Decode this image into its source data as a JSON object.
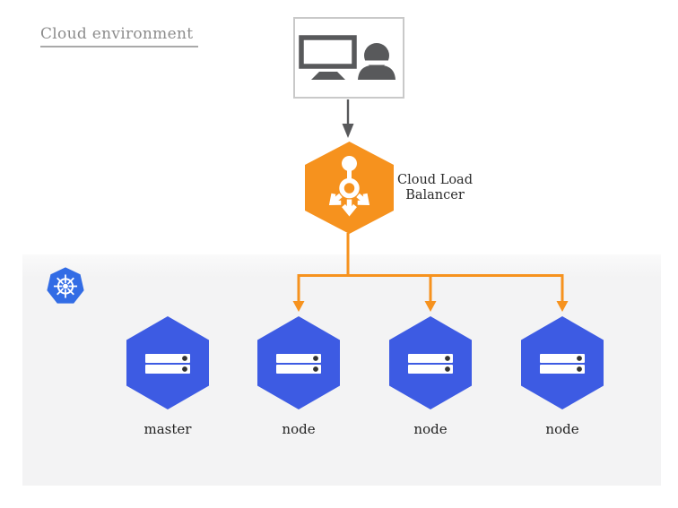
{
  "title": "Cloud environment",
  "client": {
    "icon": "workstation-user-icon"
  },
  "load_balancer": {
    "label": "Cloud Load Balancer",
    "icon": "load-balancer-hexagon-icon"
  },
  "cluster": {
    "logo": "kubernetes-logo",
    "nodes": [
      {
        "id": "master",
        "label": "master",
        "icon": "server-icon"
      },
      {
        "id": "node-1",
        "label": "node",
        "icon": "server-icon"
      },
      {
        "id": "node-2",
        "label": "node",
        "icon": "server-icon"
      },
      {
        "id": "node-3",
        "label": "node",
        "icon": "server-icon"
      }
    ]
  },
  "colors": {
    "orange": "#F6921E",
    "node_blue": "#3D5BE3",
    "kubernetes_blue": "#326CE5",
    "cluster_background": "#F4F4F4",
    "icon_gray": "#58595B",
    "border_gray": "#C9C9C9",
    "title_gray": "#8C8C8C",
    "label_dark": "#2B2B2B"
  }
}
